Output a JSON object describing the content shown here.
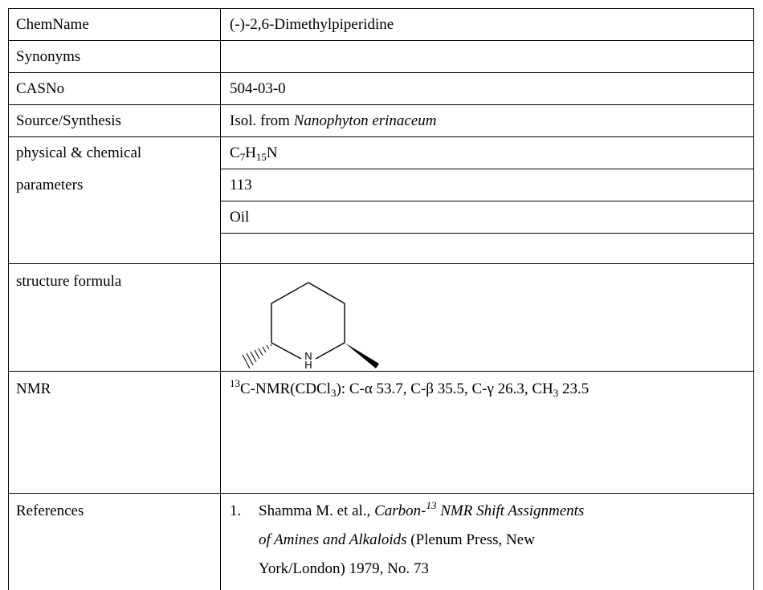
{
  "rows": {
    "chemname": {
      "label": "ChemName",
      "value": "(-)-2,6-Dimethylpiperidine"
    },
    "synonyms": {
      "label": "Synonyms",
      "value": ""
    },
    "casno": {
      "label": "CASNo",
      "value": "504-03-0"
    },
    "source": {
      "label": "Source/Synthesis",
      "prefix": "Isol. from ",
      "italic": "Nanophyton erinaceum"
    },
    "physical": {
      "label_line1": "physical & chemical",
      "label_line2": "parameters",
      "formula": {
        "c": "C",
        "c_sub": "7",
        "h": "H",
        "h_sub": "15",
        "n": "N"
      },
      "mw": "113",
      "state": "Oil",
      "extra": ""
    },
    "structure": {
      "label": "structure formula",
      "atom_label": "N",
      "h_label": "H"
    },
    "nmr": {
      "label": "NMR",
      "sup": "13",
      "text_a": "C-NMR(CDCl",
      "sub": "3",
      "text_b": "): C-α 53.7, C-β 35.5, C-γ 26.3, CH",
      "sub2": "3",
      "text_c": " 23.5"
    },
    "references": {
      "label": "References",
      "num": "1.",
      "line1_plain": "Shamma M. et al., ",
      "line1_italic": "Carbon-",
      "line1_sup": "13",
      "line1_italic2": " NMR Shift Assignments",
      "line2_italic": "of Amines and Alkaloids",
      "line2_plain": " (Plenum Press, New",
      "line3": "York/London) 1979, No. 73"
    }
  }
}
